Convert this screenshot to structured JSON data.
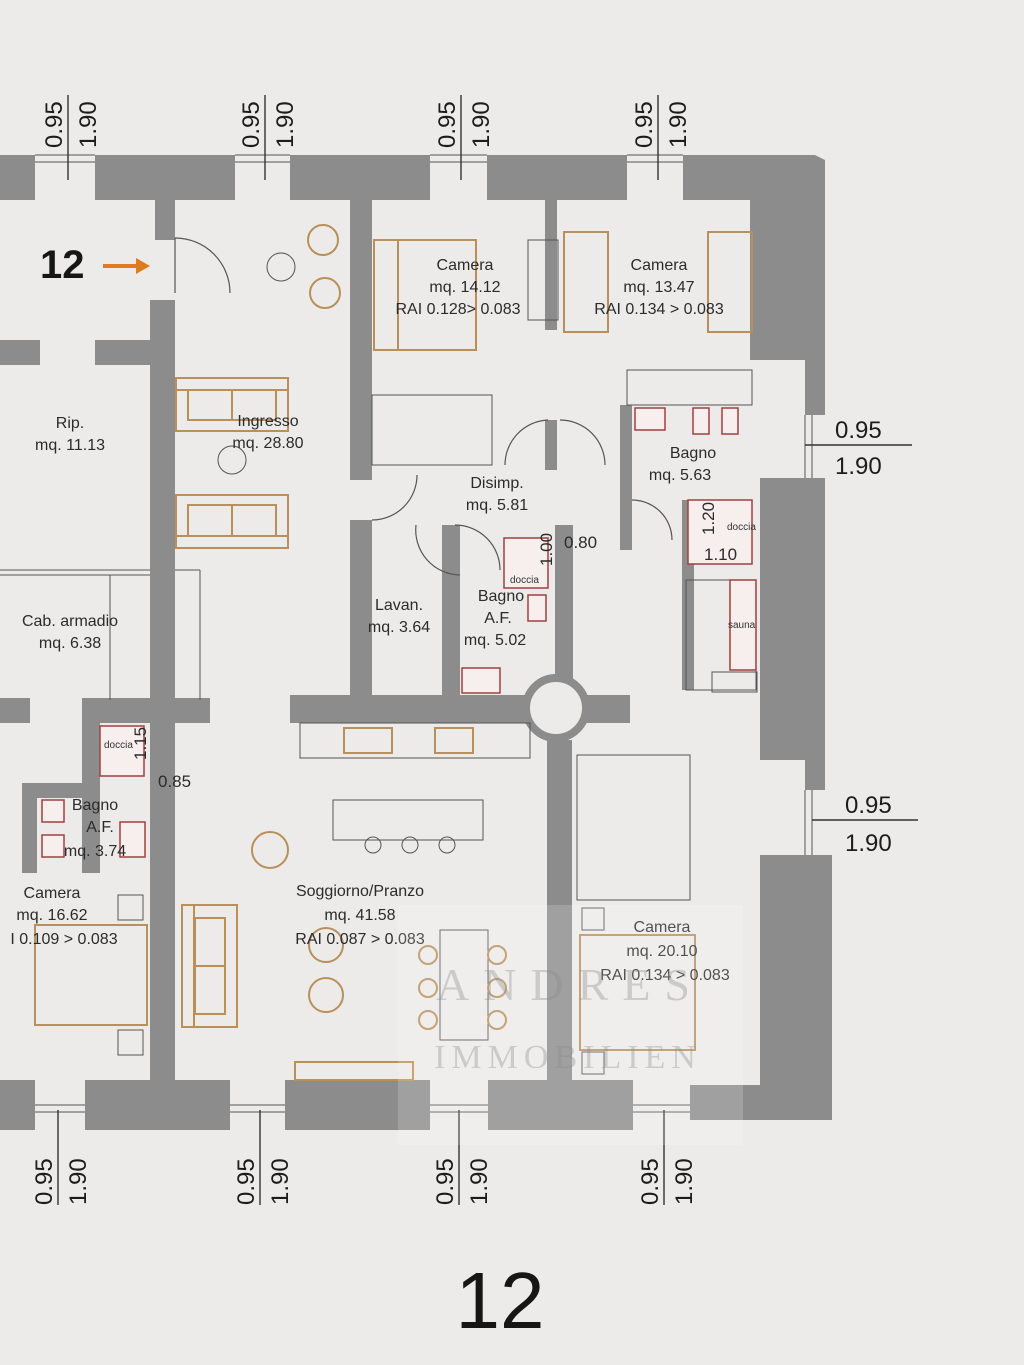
{
  "plan": {
    "title": "12",
    "entry_label": "12",
    "accent_color": "#e07a1f",
    "wall_color": "#8c8c8c",
    "furniture_color": "#b98f5a"
  },
  "rooms": {
    "camera1": {
      "name": "Camera",
      "area": "mq. 14.12",
      "rai": "RAI 0.128> 0.083"
    },
    "camera2": {
      "name": "Camera",
      "area": "mq. 13.47",
      "rai": "RAI 0.134 > 0.083"
    },
    "rip": {
      "name": "Rip.",
      "area": "mq. 11.13"
    },
    "ingresso": {
      "name": "Ingresso",
      "area": "mq. 28.80"
    },
    "bagno1": {
      "name": "Bagno",
      "area": "mq. 5.63"
    },
    "disimp": {
      "name": "Disimp.",
      "area": "mq. 5.81"
    },
    "cab": {
      "name": "Cab. armadio",
      "area": "mq. 6.38"
    },
    "lavan": {
      "name": "Lavan.",
      "area": "mq. 3.64"
    },
    "bagno_af": {
      "name": "Bagno",
      "sub": "A.F.",
      "area": "mq. 5.02"
    },
    "bagno_af2": {
      "name": "Bagno",
      "sub": "A.F.",
      "area": "mq. 3.74"
    },
    "camera3": {
      "name": "Camera",
      "area": "mq. 16.62",
      "rai": "I 0.109 > 0.083"
    },
    "soggiorno": {
      "name": "Soggiorno/Pranzo",
      "area": "mq. 41.58",
      "rai": "RAI 0.087 > 0.083"
    },
    "camera4": {
      "name": "Camera",
      "area": "mq. 20.10",
      "rai": "RAI 0.134 > 0.083"
    }
  },
  "fixtures": {
    "doccia": "doccia",
    "sauna": "sauna",
    "shower1_w": "1.20",
    "shower1_h": "1.10",
    "shower2_w": "1.00",
    "shower2_gap": "0.80",
    "shower3_w": "1.15",
    "shower3_gap": "0.85"
  },
  "dimensions": {
    "window_width": "0.95",
    "window_height": "1.90"
  },
  "watermark": {
    "line1": "ANDRES",
    "line2": "IMMOBILIEN"
  }
}
